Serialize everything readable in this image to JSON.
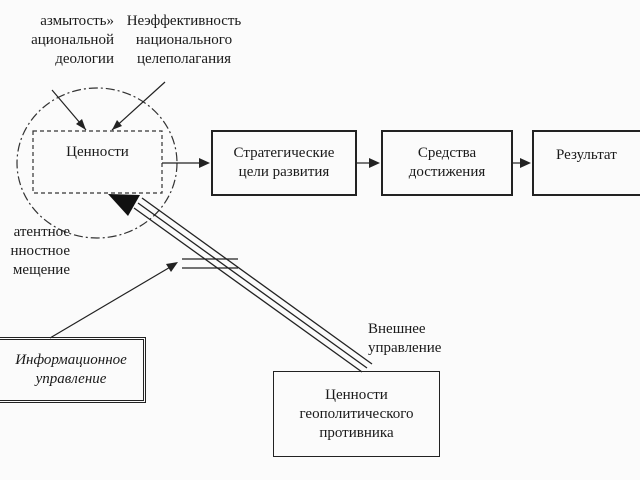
{
  "labels": {
    "blur": "азмытость»\nациональной\nдеологии",
    "inefficiency": "Неэффективность\nнационального\nцелеполагания",
    "latent": "атентное\nнностное\nмещение",
    "external": "Внешнее\nуправление"
  },
  "boxes": {
    "values": "Ценности",
    "strategic": "Стратегические\nцели развития",
    "means": "Средства\nдостижения",
    "result": "Результат",
    "info": "Информационное\nуправление",
    "opponent": "Ценности\nгеополитического\nпротивника"
  }
}
